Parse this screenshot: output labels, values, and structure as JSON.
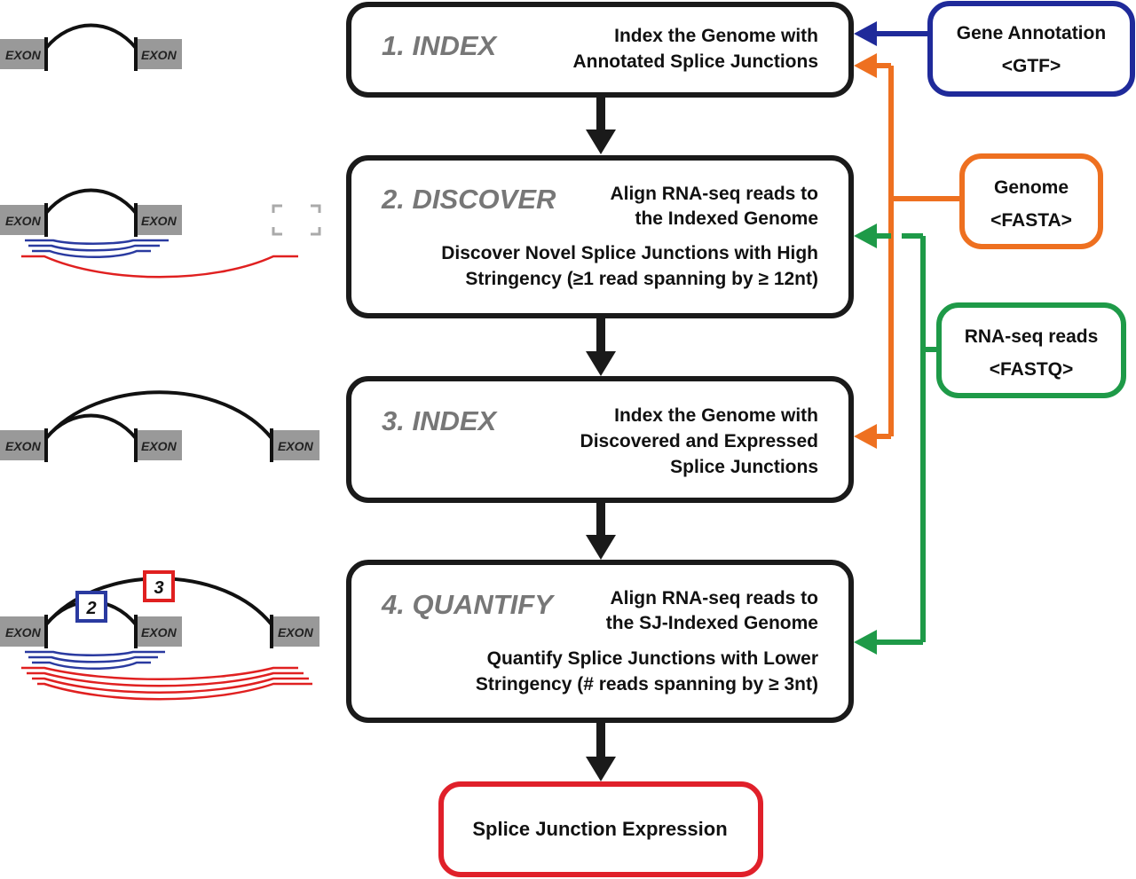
{
  "steps": [
    {
      "title": "1. INDEX",
      "desc": [
        "Index the Genome with",
        "Annotated Splice Junctions"
      ]
    },
    {
      "title": "2. DISCOVER",
      "desc": [
        "Align RNA-seq reads to",
        "the Indexed Genome"
      ],
      "desc2": [
        "Discover Novel Splice Junctions with High",
        "Stringency (≥1 read spanning by ≥ 12nt)"
      ]
    },
    {
      "title": "3. INDEX",
      "desc": [
        "Index the Genome with",
        "Discovered and Expressed",
        "Splice Junctions"
      ]
    },
    {
      "title": "4. QUANTIFY",
      "desc": [
        "Align RNA-seq reads to",
        "the SJ-Indexed Genome"
      ],
      "desc2": [
        "Quantify Splice Junctions with Lower",
        "Stringency (# reads spanning by ≥ 3nt)"
      ]
    }
  ],
  "inputs": [
    {
      "line1": "Gene Annotation",
      "line2": "<GTF>",
      "color": "#1f2a9a"
    },
    {
      "line1": "Genome",
      "line2": "<FASTA>",
      "color": "#ee7020"
    },
    {
      "line1": "RNA-seq reads",
      "line2": "<FASTQ>",
      "color": "#1e9a48"
    }
  ],
  "output": {
    "label": "Splice Junction Expression",
    "color": "#e0202a"
  },
  "exon_label": "EXON",
  "badges": [
    "2",
    "3"
  ],
  "colors": {
    "box_border": "#1a1a1a",
    "exon_fill": "#999999",
    "read_blue": "#2a3aa0",
    "read_red": "#e02020",
    "bracket": "#aaaaaa"
  }
}
